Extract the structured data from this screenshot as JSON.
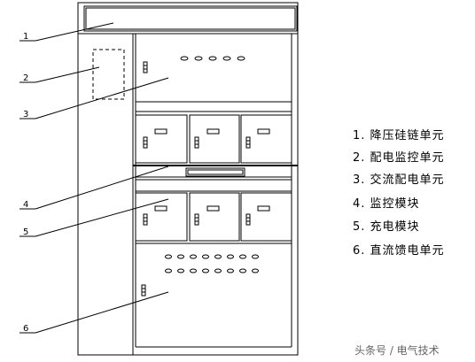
{
  "callouts": [
    "1",
    "2",
    "3",
    "4",
    "5",
    "6"
  ],
  "legend": [
    "1. 降压硅链单元",
    "2. 配电监控单元",
    "3. 交流配电单元",
    "4. 监控模块",
    "5. 充电模块",
    "6. 直流馈电单元"
  ],
  "watermark": "头条号 / 电气技术"
}
